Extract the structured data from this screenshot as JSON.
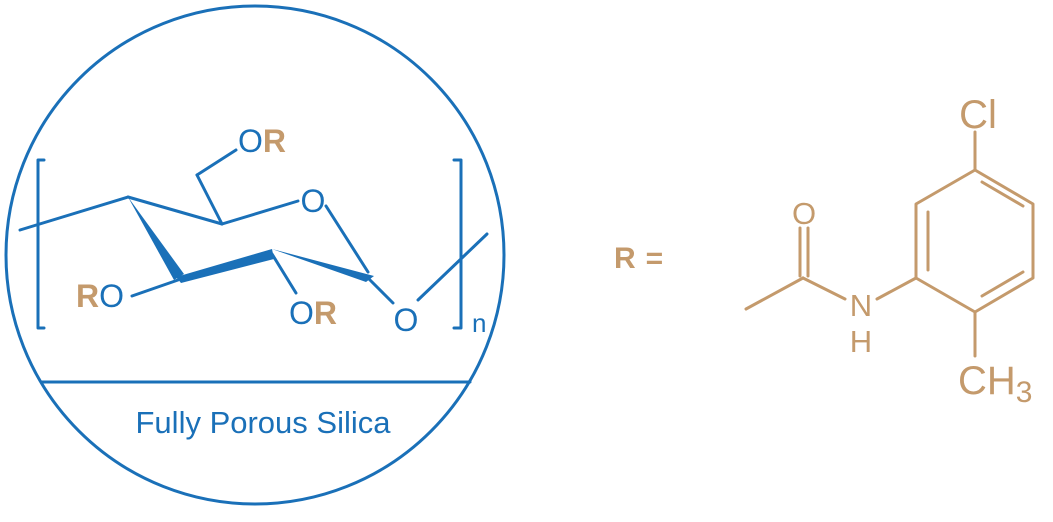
{
  "colors": {
    "blue": "#1a70b8",
    "tan": "#c49a6c",
    "background": "#ffffff"
  },
  "bead": {
    "label": "Fully Porous Silica"
  },
  "polymer": {
    "o_top": "O",
    "r_top": "R",
    "ring_o": "O",
    "o_left": "O",
    "r_left": "R",
    "o_mid": "O",
    "r_mid": "R",
    "o_glyco": "O",
    "repeat_n": "n"
  },
  "substituent": {
    "r_label": "R",
    "equals": "=",
    "carbonyl_o": "O",
    "amide_n": "N",
    "amide_h": "H",
    "chloro": "Cl",
    "methyl": "CH",
    "methyl_sub": "3"
  }
}
